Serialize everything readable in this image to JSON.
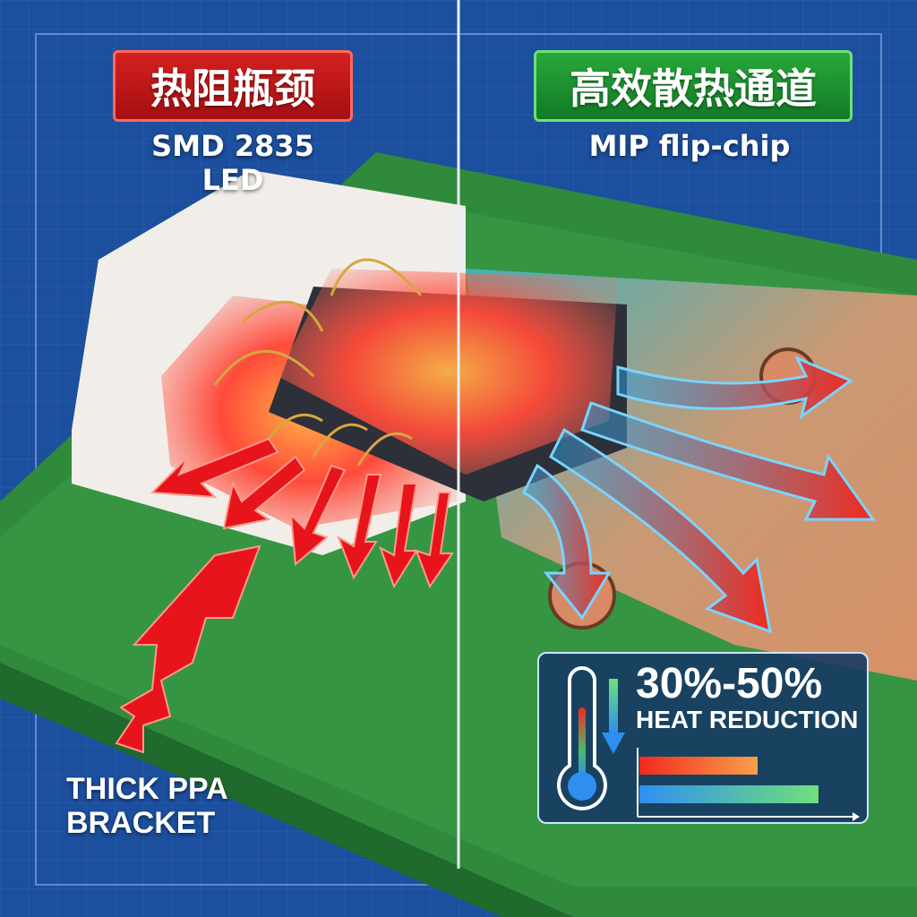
{
  "left": {
    "title": "热阻瓶颈",
    "subtitle": "SMD 2835 LED",
    "callout": "THICK PPA BRACKET",
    "accent": "#c8161a"
  },
  "right": {
    "title": "高效散热通道",
    "subtitle": "MIP flip-chip",
    "accent": "#1f8f2e"
  },
  "panel": {
    "headline": "30%-50%",
    "caption": "HEAT REDUCTION",
    "bars": [
      {
        "color_from": "#f22a1e",
        "color_to": "#f9a04a",
        "value": 0.66
      },
      {
        "color_from": "#2f8ff0",
        "color_to": "#6fe07a",
        "value": 1.0
      }
    ]
  }
}
